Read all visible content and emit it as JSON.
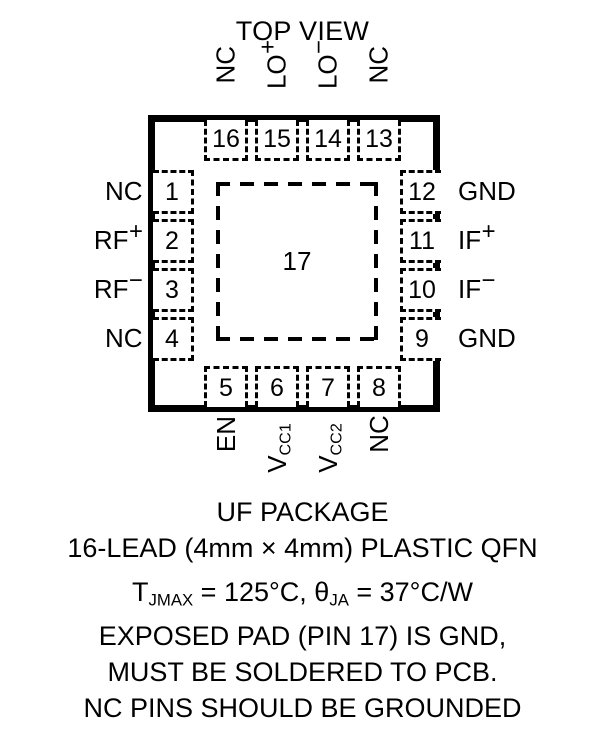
{
  "diagram": {
    "view_title": "TOP VIEW",
    "exposed_pad_number": "17",
    "pins": {
      "top": [
        {
          "number": "16",
          "name": "NC",
          "sign": ""
        },
        {
          "number": "15",
          "name": "LO",
          "sign": "+"
        },
        {
          "number": "14",
          "name": "LO",
          "sign": "−"
        },
        {
          "number": "13",
          "name": "NC",
          "sign": ""
        }
      ],
      "left": [
        {
          "number": "1",
          "name": "NC",
          "sign": ""
        },
        {
          "number": "2",
          "name": "RF",
          "sign": "+"
        },
        {
          "number": "3",
          "name": "RF",
          "sign": "−"
        },
        {
          "number": "4",
          "name": "NC",
          "sign": ""
        }
      ],
      "right": [
        {
          "number": "12",
          "name": "GND",
          "sign": ""
        },
        {
          "number": "11",
          "name": "IF",
          "sign": "+"
        },
        {
          "number": "10",
          "name": "IF",
          "sign": "−"
        },
        {
          "number": "9",
          "name": "GND",
          "sign": ""
        }
      ],
      "bottom": [
        {
          "number": "5",
          "name": "EN",
          "subscript": ""
        },
        {
          "number": "6",
          "name": "V",
          "subscript": "CC1"
        },
        {
          "number": "7",
          "name": "V",
          "subscript": "CC2"
        },
        {
          "number": "8",
          "name": "NC",
          "subscript": ""
        }
      ]
    }
  },
  "caption": {
    "package_name": "UF PACKAGE",
    "package_desc": "16-LEAD (4mm × 4mm) PLASTIC QFN",
    "thermal": {
      "tj_symbol": "T",
      "tj_sub": "JMAX",
      "tj_value": " = 125°C, ",
      "theta_symbol": "θ",
      "theta_sub": "JA",
      "theta_value": " = 37°C/W"
    },
    "notes": [
      "EXPOSED PAD (PIN 17) IS GND,",
      "MUST BE SOLDERED TO PCB.",
      "NC PINS SHOULD BE GROUNDED"
    ]
  }
}
